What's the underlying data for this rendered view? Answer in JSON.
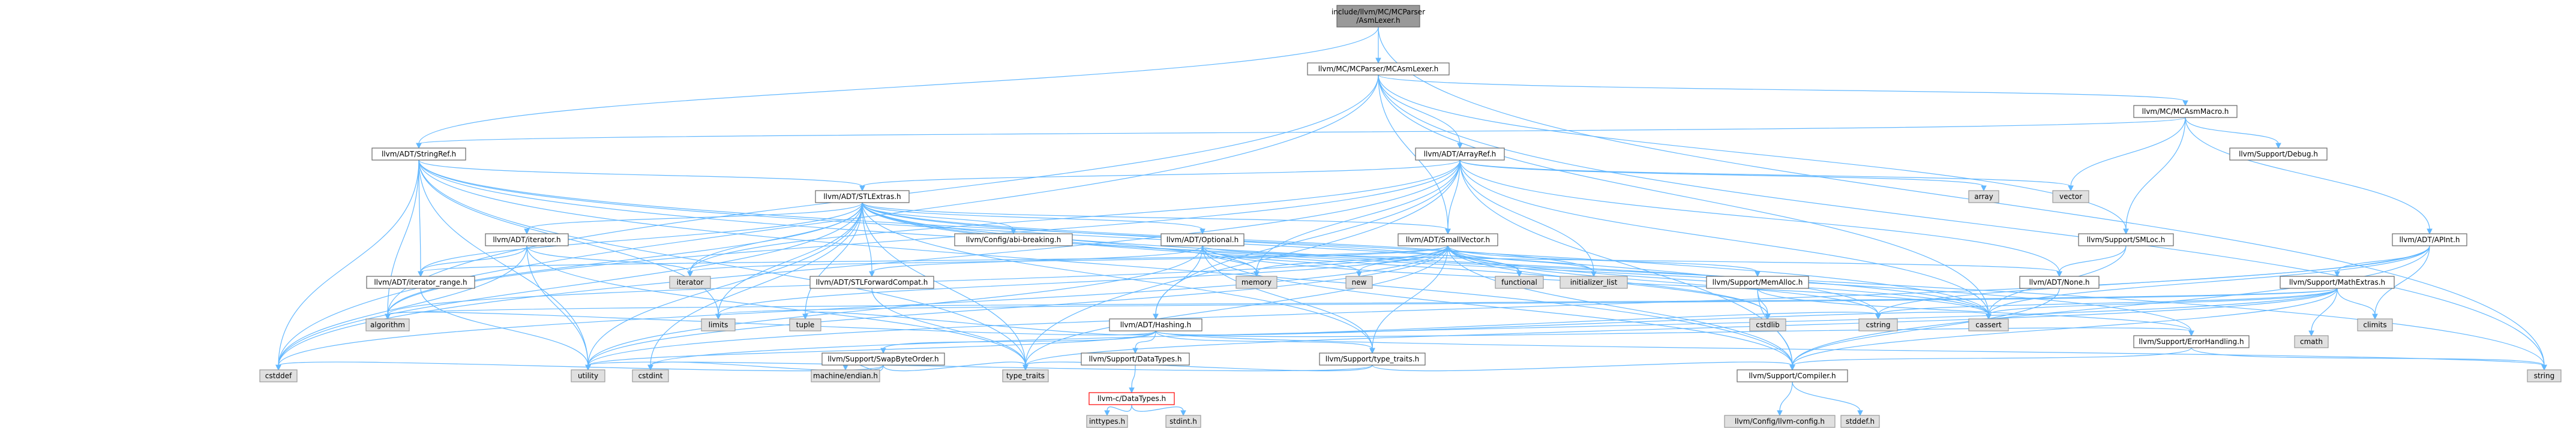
{
  "graph": {
    "colors": {
      "root_fill": "#999999",
      "root_stroke": "#666666",
      "project_fill": "#ffffff",
      "project_stroke": "#666666",
      "system_fill": "#e0e0e0",
      "system_stroke": "#999999",
      "highlight_stroke": "#ff0000",
      "edge": "#63b8ff"
    },
    "nodes": [
      {
        "id": "root",
        "label": [
          "include/llvm/MC/MCParser",
          "/AsmLexer.h"
        ],
        "kind": "root"
      },
      {
        "id": "mcasmlexer",
        "label": [
          "llvm/MC/MCParser/MCAsmLexer.h"
        ],
        "kind": "project"
      },
      {
        "id": "stringref",
        "label": [
          "llvm/ADT/StringRef.h"
        ],
        "kind": "project"
      },
      {
        "id": "arrayref",
        "label": [
          "llvm/ADT/ArrayRef.h"
        ],
        "kind": "project"
      },
      {
        "id": "mcasmmacro",
        "label": [
          "llvm/MC/MCAsmMacro.h"
        ],
        "kind": "project"
      },
      {
        "id": "stlextras",
        "label": [
          "llvm/ADT/STLExtras.h"
        ],
        "kind": "project"
      },
      {
        "id": "array",
        "label": [
          "array"
        ],
        "kind": "system"
      },
      {
        "id": "vector",
        "label": [
          "vector"
        ],
        "kind": "system"
      },
      {
        "id": "debug",
        "label": [
          "llvm/Support/Debug.h"
        ],
        "kind": "project"
      },
      {
        "id": "smloc",
        "label": [
          "llvm/Support/SMLoc.h"
        ],
        "kind": "project"
      },
      {
        "id": "apint",
        "label": [
          "llvm/ADT/APInt.h"
        ],
        "kind": "project"
      },
      {
        "id": "adtiterator",
        "label": [
          "llvm/ADT/iterator.h"
        ],
        "kind": "project"
      },
      {
        "id": "abibreaking",
        "label": [
          "llvm/Config/abi-breaking.h"
        ],
        "kind": "project"
      },
      {
        "id": "optional",
        "label": [
          "llvm/ADT/Optional.h"
        ],
        "kind": "project"
      },
      {
        "id": "smallvector",
        "label": [
          "llvm/ADT/SmallVector.h"
        ],
        "kind": "project"
      },
      {
        "id": "iterator",
        "label": [
          "iterator"
        ],
        "kind": "system"
      },
      {
        "id": "iterrange",
        "label": [
          "llvm/ADT/iterator_range.h"
        ],
        "kind": "project"
      },
      {
        "id": "stlforward",
        "label": [
          "llvm/ADT/STLForwardCompat.h"
        ],
        "kind": "project"
      },
      {
        "id": "memory",
        "label": [
          "memory"
        ],
        "kind": "system"
      },
      {
        "id": "new",
        "label": [
          "new"
        ],
        "kind": "system"
      },
      {
        "id": "functional",
        "label": [
          "functional"
        ],
        "kind": "system"
      },
      {
        "id": "initlist",
        "label": [
          "initializer_list"
        ],
        "kind": "system"
      },
      {
        "id": "memalloc",
        "label": [
          "llvm/Support/MemAlloc.h"
        ],
        "kind": "project"
      },
      {
        "id": "none",
        "label": [
          "llvm/ADT/None.h"
        ],
        "kind": "project"
      },
      {
        "id": "mathextras",
        "label": [
          "llvm/Support/MathExtras.h"
        ],
        "kind": "project"
      },
      {
        "id": "algorithm",
        "label": [
          "algorithm"
        ],
        "kind": "system"
      },
      {
        "id": "hashing",
        "label": [
          "llvm/ADT/Hashing.h"
        ],
        "kind": "project"
      },
      {
        "id": "limits",
        "label": [
          "limits"
        ],
        "kind": "system"
      },
      {
        "id": "tuple",
        "label": [
          "tuple"
        ],
        "kind": "system"
      },
      {
        "id": "swapbyteorder",
        "label": [
          "llvm/Support/SwapByteOrder.h"
        ],
        "kind": "project"
      },
      {
        "id": "datatypes",
        "label": [
          "llvm/Support/DataTypes.h"
        ],
        "kind": "project"
      },
      {
        "id": "typetraitsh",
        "label": [
          "llvm/Support/type_traits.h"
        ],
        "kind": "project"
      },
      {
        "id": "cstring",
        "label": [
          "cstring"
        ],
        "kind": "system"
      },
      {
        "id": "cstdlib",
        "label": [
          "cstdlib"
        ],
        "kind": "system"
      },
      {
        "id": "cassert",
        "label": [
          "cassert"
        ],
        "kind": "system"
      },
      {
        "id": "errorhandling",
        "label": [
          "llvm/Support/ErrorHandling.h"
        ],
        "kind": "project"
      },
      {
        "id": "cmath",
        "label": [
          "cmath"
        ],
        "kind": "system"
      },
      {
        "id": "climits",
        "label": [
          "climits"
        ],
        "kind": "system"
      },
      {
        "id": "cstddef",
        "label": [
          "cstddef"
        ],
        "kind": "system"
      },
      {
        "id": "cstdint",
        "label": [
          "cstdint"
        ],
        "kind": "system"
      },
      {
        "id": "utility",
        "label": [
          "utility"
        ],
        "kind": "system"
      },
      {
        "id": "machendian",
        "label": [
          "machine/endian.h"
        ],
        "kind": "system"
      },
      {
        "id": "cdatatypes",
        "label": [
          "llvm-c/DataTypes.h"
        ],
        "kind": "highlight"
      },
      {
        "id": "typetraits",
        "label": [
          "type_traits"
        ],
        "kind": "system"
      },
      {
        "id": "compiler",
        "label": [
          "llvm/Support/Compiler.h"
        ],
        "kind": "project"
      },
      {
        "id": "string",
        "label": [
          "string"
        ],
        "kind": "system"
      },
      {
        "id": "inttypes",
        "label": [
          "inttypes.h"
        ],
        "kind": "system"
      },
      {
        "id": "stdint",
        "label": [
          "stdint.h"
        ],
        "kind": "system"
      },
      {
        "id": "llvmconfig",
        "label": [
          "llvm/Config/llvm-config.h"
        ],
        "kind": "system"
      },
      {
        "id": "stddef",
        "label": [
          "stddef.h"
        ],
        "kind": "system"
      }
    ],
    "edges": [
      [
        "root",
        "mcasmlexer"
      ],
      [
        "root",
        "stringref"
      ],
      [
        "root",
        "string"
      ],
      [
        "mcasmlexer",
        "arrayref"
      ],
      [
        "mcasmlexer",
        "smallvector"
      ],
      [
        "mcasmlexer",
        "mcasmmacro"
      ],
      [
        "mcasmlexer",
        "smloc"
      ],
      [
        "mcasmlexer",
        "algorithm"
      ],
      [
        "mcasmlexer",
        "cassert"
      ],
      [
        "mcasmlexer",
        "cstddef"
      ],
      [
        "mcasmlexer",
        "string"
      ],
      [
        "stringref",
        "stlextras"
      ],
      [
        "stringref",
        "iterrange"
      ],
      [
        "stringref",
        "compiler"
      ],
      [
        "stringref",
        "algorithm"
      ],
      [
        "stringref",
        "cassert"
      ],
      [
        "stringref",
        "cstddef"
      ],
      [
        "stringref",
        "cstring"
      ],
      [
        "stringref",
        "limits"
      ],
      [
        "stringref",
        "string"
      ],
      [
        "stringref",
        "typetraits"
      ],
      [
        "stringref",
        "utility"
      ],
      [
        "arrayref",
        "hashing"
      ],
      [
        "arrayref",
        "none"
      ],
      [
        "arrayref",
        "smallvector"
      ],
      [
        "arrayref",
        "stlextras"
      ],
      [
        "arrayref",
        "compiler"
      ],
      [
        "arrayref",
        "algorithm"
      ],
      [
        "arrayref",
        "array"
      ],
      [
        "arrayref",
        "cassert"
      ],
      [
        "arrayref",
        "cstddef"
      ],
      [
        "arrayref",
        "initlist"
      ],
      [
        "arrayref",
        "iterator"
      ],
      [
        "arrayref",
        "memory"
      ],
      [
        "arrayref",
        "typetraits"
      ],
      [
        "arrayref",
        "vector"
      ],
      [
        "mcasmmacro",
        "apint"
      ],
      [
        "mcasmmacro",
        "stringref"
      ],
      [
        "mcasmmacro",
        "debug"
      ],
      [
        "mcasmmacro",
        "smloc"
      ],
      [
        "mcasmmacro",
        "vector"
      ],
      [
        "stlextras",
        "adtiterator"
      ],
      [
        "stlextras",
        "abibreaking"
      ],
      [
        "stlextras",
        "optional"
      ],
      [
        "stlextras",
        "stlforward"
      ],
      [
        "stlextras",
        "iterrange"
      ],
      [
        "stlextras",
        "errorhandling"
      ],
      [
        "stlextras",
        "smallvector"
      ],
      [
        "stlextras",
        "typetraitsh"
      ],
      [
        "stlextras",
        "algorithm"
      ],
      [
        "stlextras",
        "cassert"
      ],
      [
        "stlextras",
        "cstddef"
      ],
      [
        "stlextras",
        "cstdint"
      ],
      [
        "stlextras",
        "cstdlib"
      ],
      [
        "stlextras",
        "functional"
      ],
      [
        "stlextras",
        "initlist"
      ],
      [
        "stlextras",
        "iterator"
      ],
      [
        "stlextras",
        "limits"
      ],
      [
        "stlextras",
        "memory"
      ],
      [
        "stlextras",
        "tuple"
      ],
      [
        "stlextras",
        "typetraits"
      ],
      [
        "stlextras",
        "utility"
      ],
      [
        "smloc",
        "none"
      ],
      [
        "smloc",
        "cassert"
      ],
      [
        "apint",
        "compiler"
      ],
      [
        "apint",
        "mathextras"
      ],
      [
        "apint",
        "cassert"
      ],
      [
        "apint",
        "climits"
      ],
      [
        "apint",
        "cstring"
      ],
      [
        "apint",
        "utility"
      ],
      [
        "adtiterator",
        "iterrange"
      ],
      [
        "adtiterator",
        "cstddef"
      ],
      [
        "adtiterator",
        "iterator"
      ],
      [
        "adtiterator",
        "typetraits"
      ],
      [
        "adtiterator",
        "utility"
      ],
      [
        "optional",
        "hashing"
      ],
      [
        "optional",
        "none"
      ],
      [
        "optional",
        "stlforward"
      ],
      [
        "optional",
        "compiler"
      ],
      [
        "optional",
        "typetraitsh"
      ],
      [
        "optional",
        "cassert"
      ],
      [
        "optional",
        "memory"
      ],
      [
        "optional",
        "new"
      ],
      [
        "optional",
        "utility"
      ],
      [
        "smallvector",
        "iterrange"
      ],
      [
        "smallvector",
        "compiler"
      ],
      [
        "smallvector",
        "memalloc"
      ],
      [
        "smallvector",
        "typetraitsh"
      ],
      [
        "smallvector",
        "algorithm"
      ],
      [
        "smallvector",
        "cassert"
      ],
      [
        "smallvector",
        "cstddef"
      ],
      [
        "smallvector",
        "cstdlib"
      ],
      [
        "smallvector",
        "cstring"
      ],
      [
        "smallvector",
        "functional"
      ],
      [
        "smallvector",
        "initlist"
      ],
      [
        "smallvector",
        "iterator"
      ],
      [
        "smallvector",
        "limits"
      ],
      [
        "smallvector",
        "memory"
      ],
      [
        "smallvector",
        "new"
      ],
      [
        "smallvector",
        "typetraits"
      ],
      [
        "smallvector",
        "utility"
      ],
      [
        "iterrange",
        "utility"
      ],
      [
        "stlforward",
        "typetraits"
      ],
      [
        "memalloc",
        "compiler"
      ],
      [
        "memalloc",
        "errorhandling"
      ],
      [
        "memalloc",
        "cstdlib"
      ],
      [
        "none",
        "compiler"
      ],
      [
        "mathextras",
        "compiler"
      ],
      [
        "mathextras",
        "algorithm"
      ],
      [
        "mathextras",
        "cassert"
      ],
      [
        "mathextras",
        "climits"
      ],
      [
        "mathextras",
        "cmath"
      ],
      [
        "mathextras",
        "cstdint"
      ],
      [
        "mathextras",
        "cstring"
      ],
      [
        "mathextras",
        "limits"
      ],
      [
        "mathextras",
        "typetraits"
      ],
      [
        "hashing",
        "errorhandling"
      ],
      [
        "hashing",
        "datatypes"
      ],
      [
        "hashing",
        "swapbyteorder"
      ],
      [
        "hashing",
        "typetraitsh"
      ],
      [
        "hashing",
        "algorithm"
      ],
      [
        "hashing",
        "cassert"
      ],
      [
        "hashing",
        "cstring"
      ],
      [
        "hashing",
        "string"
      ],
      [
        "hashing",
        "tuple"
      ],
      [
        "hashing",
        "utility"
      ],
      [
        "swapbyteorder",
        "cstddef"
      ],
      [
        "swapbyteorder",
        "cstdint"
      ],
      [
        "swapbyteorder",
        "typetraits"
      ],
      [
        "swapbyteorder",
        "machendian"
      ],
      [
        "datatypes",
        "cdatatypes"
      ],
      [
        "cdatatypes",
        "inttypes"
      ],
      [
        "cdatatypes",
        "stdint"
      ],
      [
        "typetraitsh",
        "compiler"
      ],
      [
        "typetraitsh",
        "typetraits"
      ],
      [
        "typetraitsh",
        "utility"
      ],
      [
        "errorhandling",
        "compiler"
      ],
      [
        "errorhandling",
        "string"
      ],
      [
        "compiler",
        "llvmconfig"
      ],
      [
        "compiler",
        "stddef"
      ]
    ]
  }
}
